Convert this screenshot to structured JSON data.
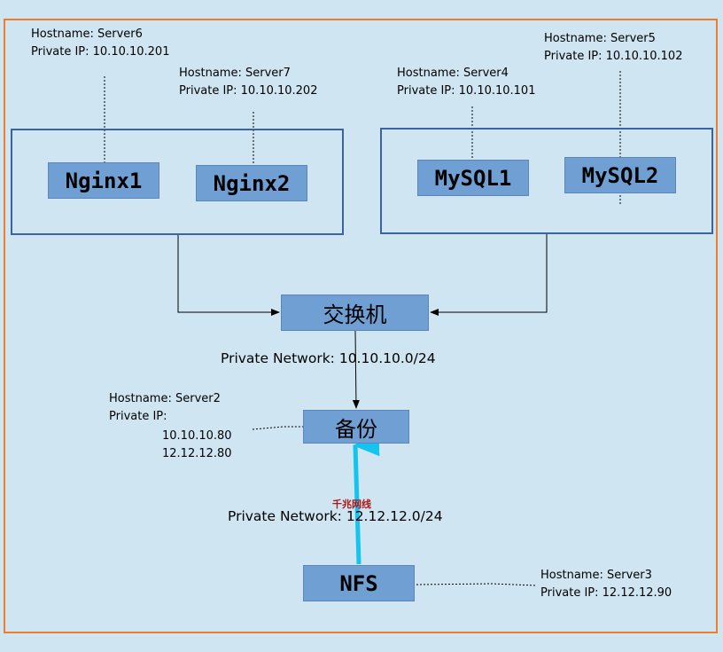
{
  "nodes": {
    "nginx1": "Nginx1",
    "nginx2": "Nginx2",
    "mysql1": "MySQL1",
    "mysql2": "MySQL2",
    "switch": "交换机",
    "backup": "备份",
    "nfs": "NFS"
  },
  "servers": {
    "server6": {
      "hostname": "Hostname: Server6",
      "ip": "Private IP: 10.10.10.201"
    },
    "server7": {
      "hostname": "Hostname: Server7",
      "ip": "Private IP: 10.10.10.202"
    },
    "server4": {
      "hostname": "Hostname: Server4",
      "ip": "Private IP: 10.10.10.101"
    },
    "server5": {
      "hostname": "Hostname: Server5",
      "ip": "Private IP: 10.10.10.102"
    },
    "server2": {
      "hostname": "Hostname: Server2",
      "ip_label": "Private IP:",
      "ip1": "10.10.10.80",
      "ip2": "12.12.12.80"
    },
    "server3": {
      "hostname": "Hostname: Server3",
      "ip": "Private IP: 12.12.12.90"
    }
  },
  "networks": {
    "net1": "Private Network: 10.10.10.0/24",
    "net2": "Private Network: 12.12.12.0/24"
  },
  "watermark": "千兆网线",
  "colors": {
    "background": "#cfe5f2",
    "frame": "#f07b2a",
    "group_border": "#3a63a6",
    "node_fill": "#6f9fd3",
    "gigabit_link": "#14c4ee"
  }
}
